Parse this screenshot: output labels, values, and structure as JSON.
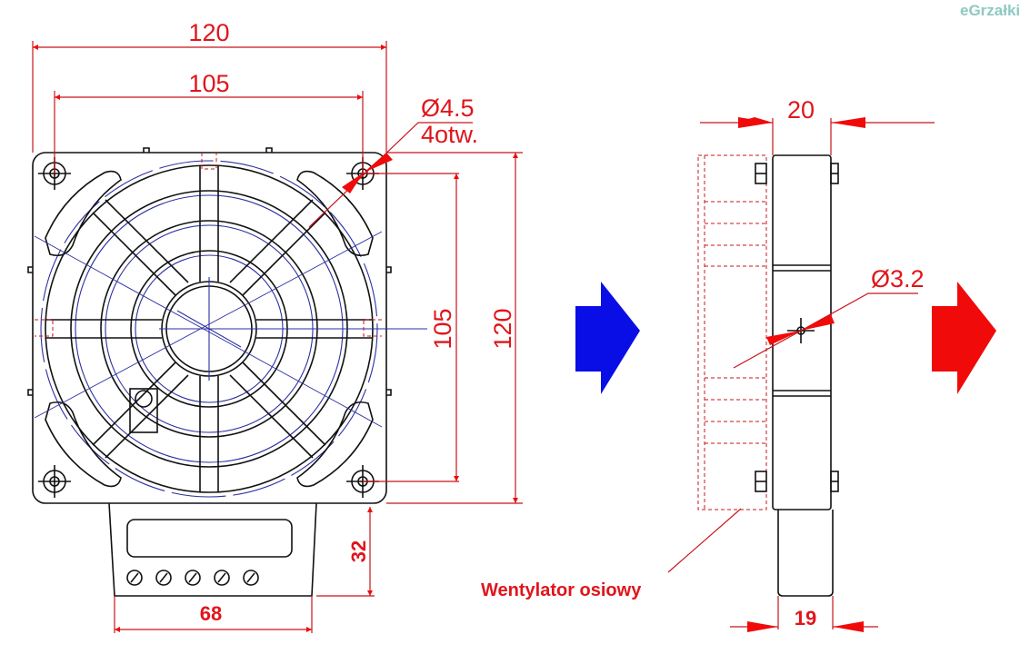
{
  "watermark": "eGrzałki",
  "front_view": {
    "dim_width_outer": "120",
    "dim_width_holes": "105",
    "dim_height_holes": "105",
    "dim_height_outer": "120",
    "hole_callout_diameter": "Ø4.5",
    "hole_callout_count": "4otw.",
    "terminal_box_height": "32",
    "terminal_box_width": "68",
    "terminal_screw_count": 5
  },
  "side_view": {
    "dim_depth": "20",
    "dim_terminal_depth": "19",
    "hole_callout_diameter": "Ø3.2",
    "fan_label": "Wentylator osiowy"
  },
  "airflow": {
    "inlet_color": "#0a0ee6",
    "outlet_color": "#f00a0a"
  }
}
